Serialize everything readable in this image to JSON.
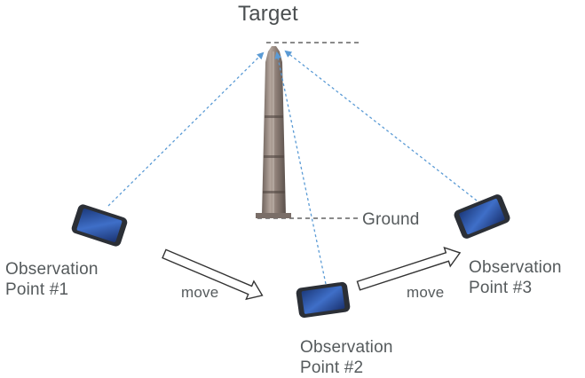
{
  "diagram": {
    "target_label": "Target",
    "ground_label": "Ground",
    "observation_points": [
      {
        "line1": "Observation",
        "line2": "Point #1"
      },
      {
        "line1": "Observation",
        "line2": "Point #2"
      },
      {
        "line1": "Observation",
        "line2": "Point #3"
      }
    ],
    "move_labels": [
      "move",
      "move"
    ],
    "colors": {
      "sight_line": "#5b9bd5",
      "reference_line": "#444444",
      "tower": "#8a7a72",
      "phone_screen": "#2a4f9e",
      "label_text": "#555a5c"
    }
  }
}
